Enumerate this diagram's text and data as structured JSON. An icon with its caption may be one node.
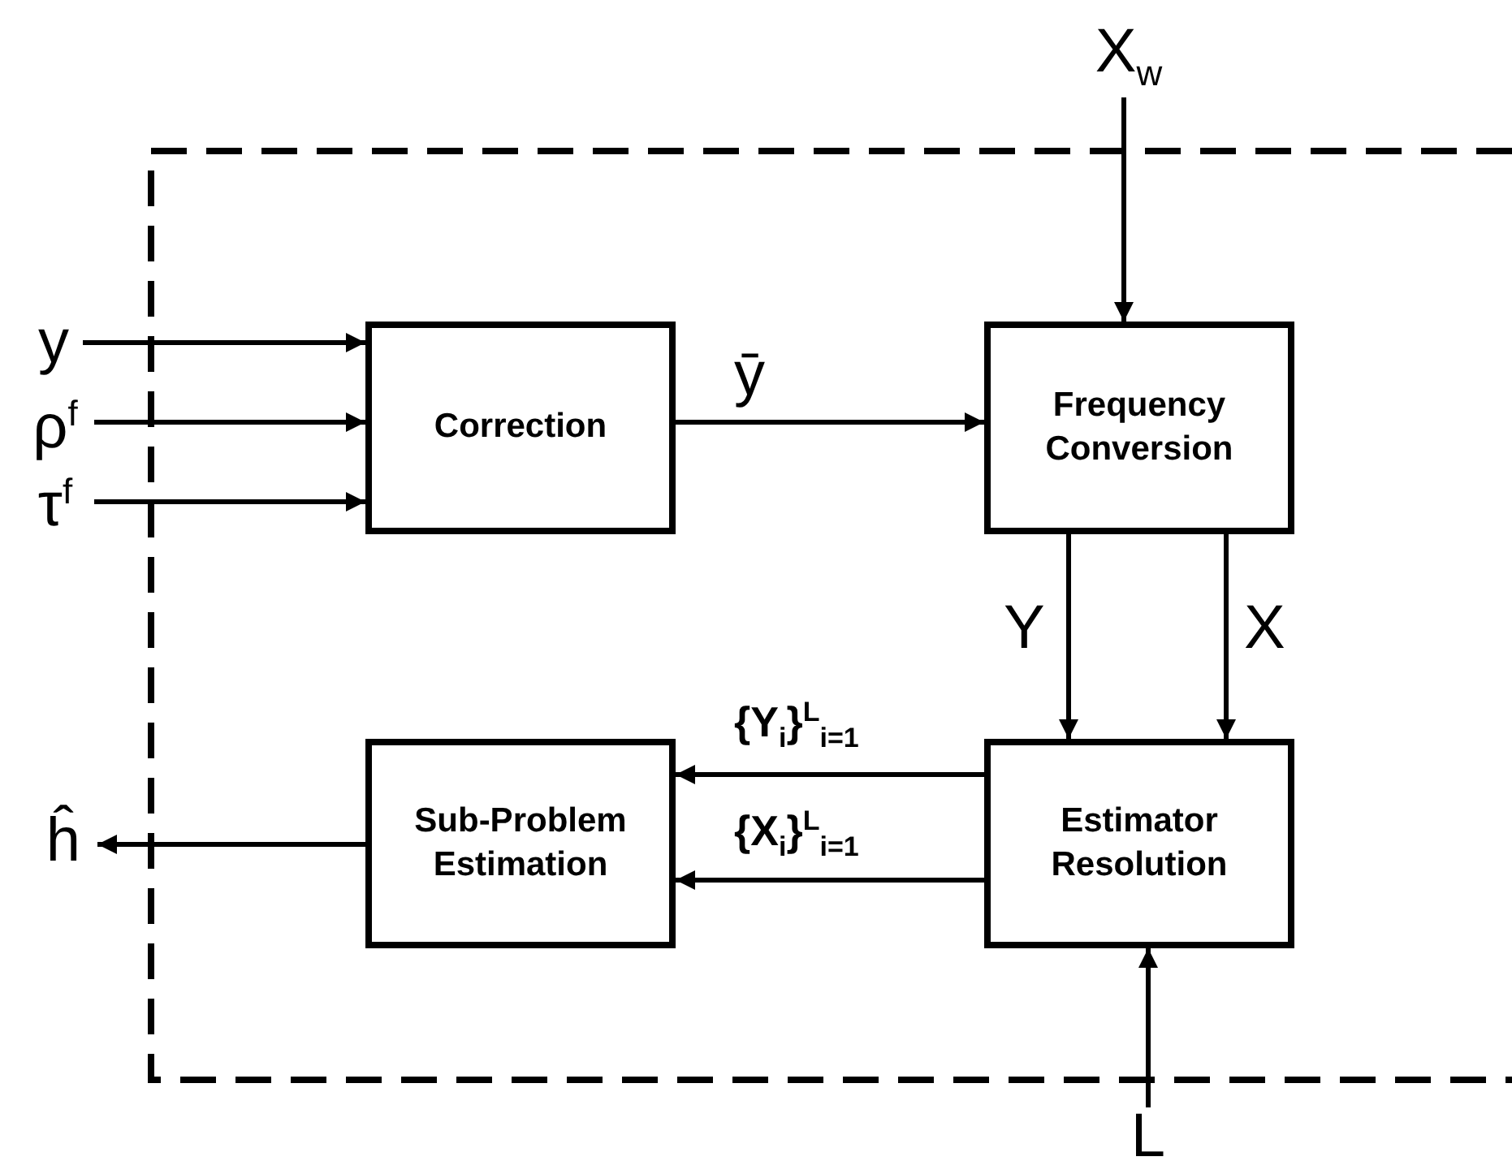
{
  "diagram": {
    "nodes": [
      {
        "text": [
          "y"
        ]
      },
      {
        "text": [
          "ρ$^{f}$"
        ]
      },
      {
        "text": [
          "τ$^{f}$"
        ]
      },
      {
        "text": [
          "Correction"
        ]
      },
      {
        "text": [
          "X$_{w}$"
        ]
      },
      {
        "text": [
          "Frequency Conversion"
        ]
      },
      {
        "text": [
          "Estimator Resolution"
        ]
      },
      {
        "text": [
          "Sub-Problem Estimation"
        ]
      },
      {
        "text": [
          "ĥ"
        ]
      },
      {
        "text": [
          "L"
        ]
      }
    ],
    "edges": [
      {
        "from": 0,
        "to": 3,
        "arrow": "to"
      },
      {
        "from": 1,
        "to": 3,
        "arrow": "to"
      },
      {
        "from": 2,
        "to": 3,
        "arrow": "to"
      },
      {
        "from": 3,
        "to": 5,
        "arrow": "to",
        "label": "ȳ"
      },
      {
        "from": 4,
        "to": 5,
        "arrow": "to"
      },
      {
        "from": 5,
        "to": 6,
        "arrow": "to",
        "label": "Y"
      },
      {
        "from": 5,
        "to": 6,
        "arrow": "to",
        "label": "X"
      },
      {
        "from": 6,
        "to": 7,
        "arrow": "to",
        "label": "{Y$_{i}$}$^{L}$$_{i=1}$"
      },
      {
        "from": 6,
        "to": 7,
        "arrow": "to",
        "label": "{X$_{i}$}$^{L}$$_{i=1}$"
      },
      {
        "from": 7,
        "to": 8,
        "arrow": "to"
      },
      {
        "from": 9,
        "to": 6,
        "arrow": "to"
      }
    ]
  }
}
